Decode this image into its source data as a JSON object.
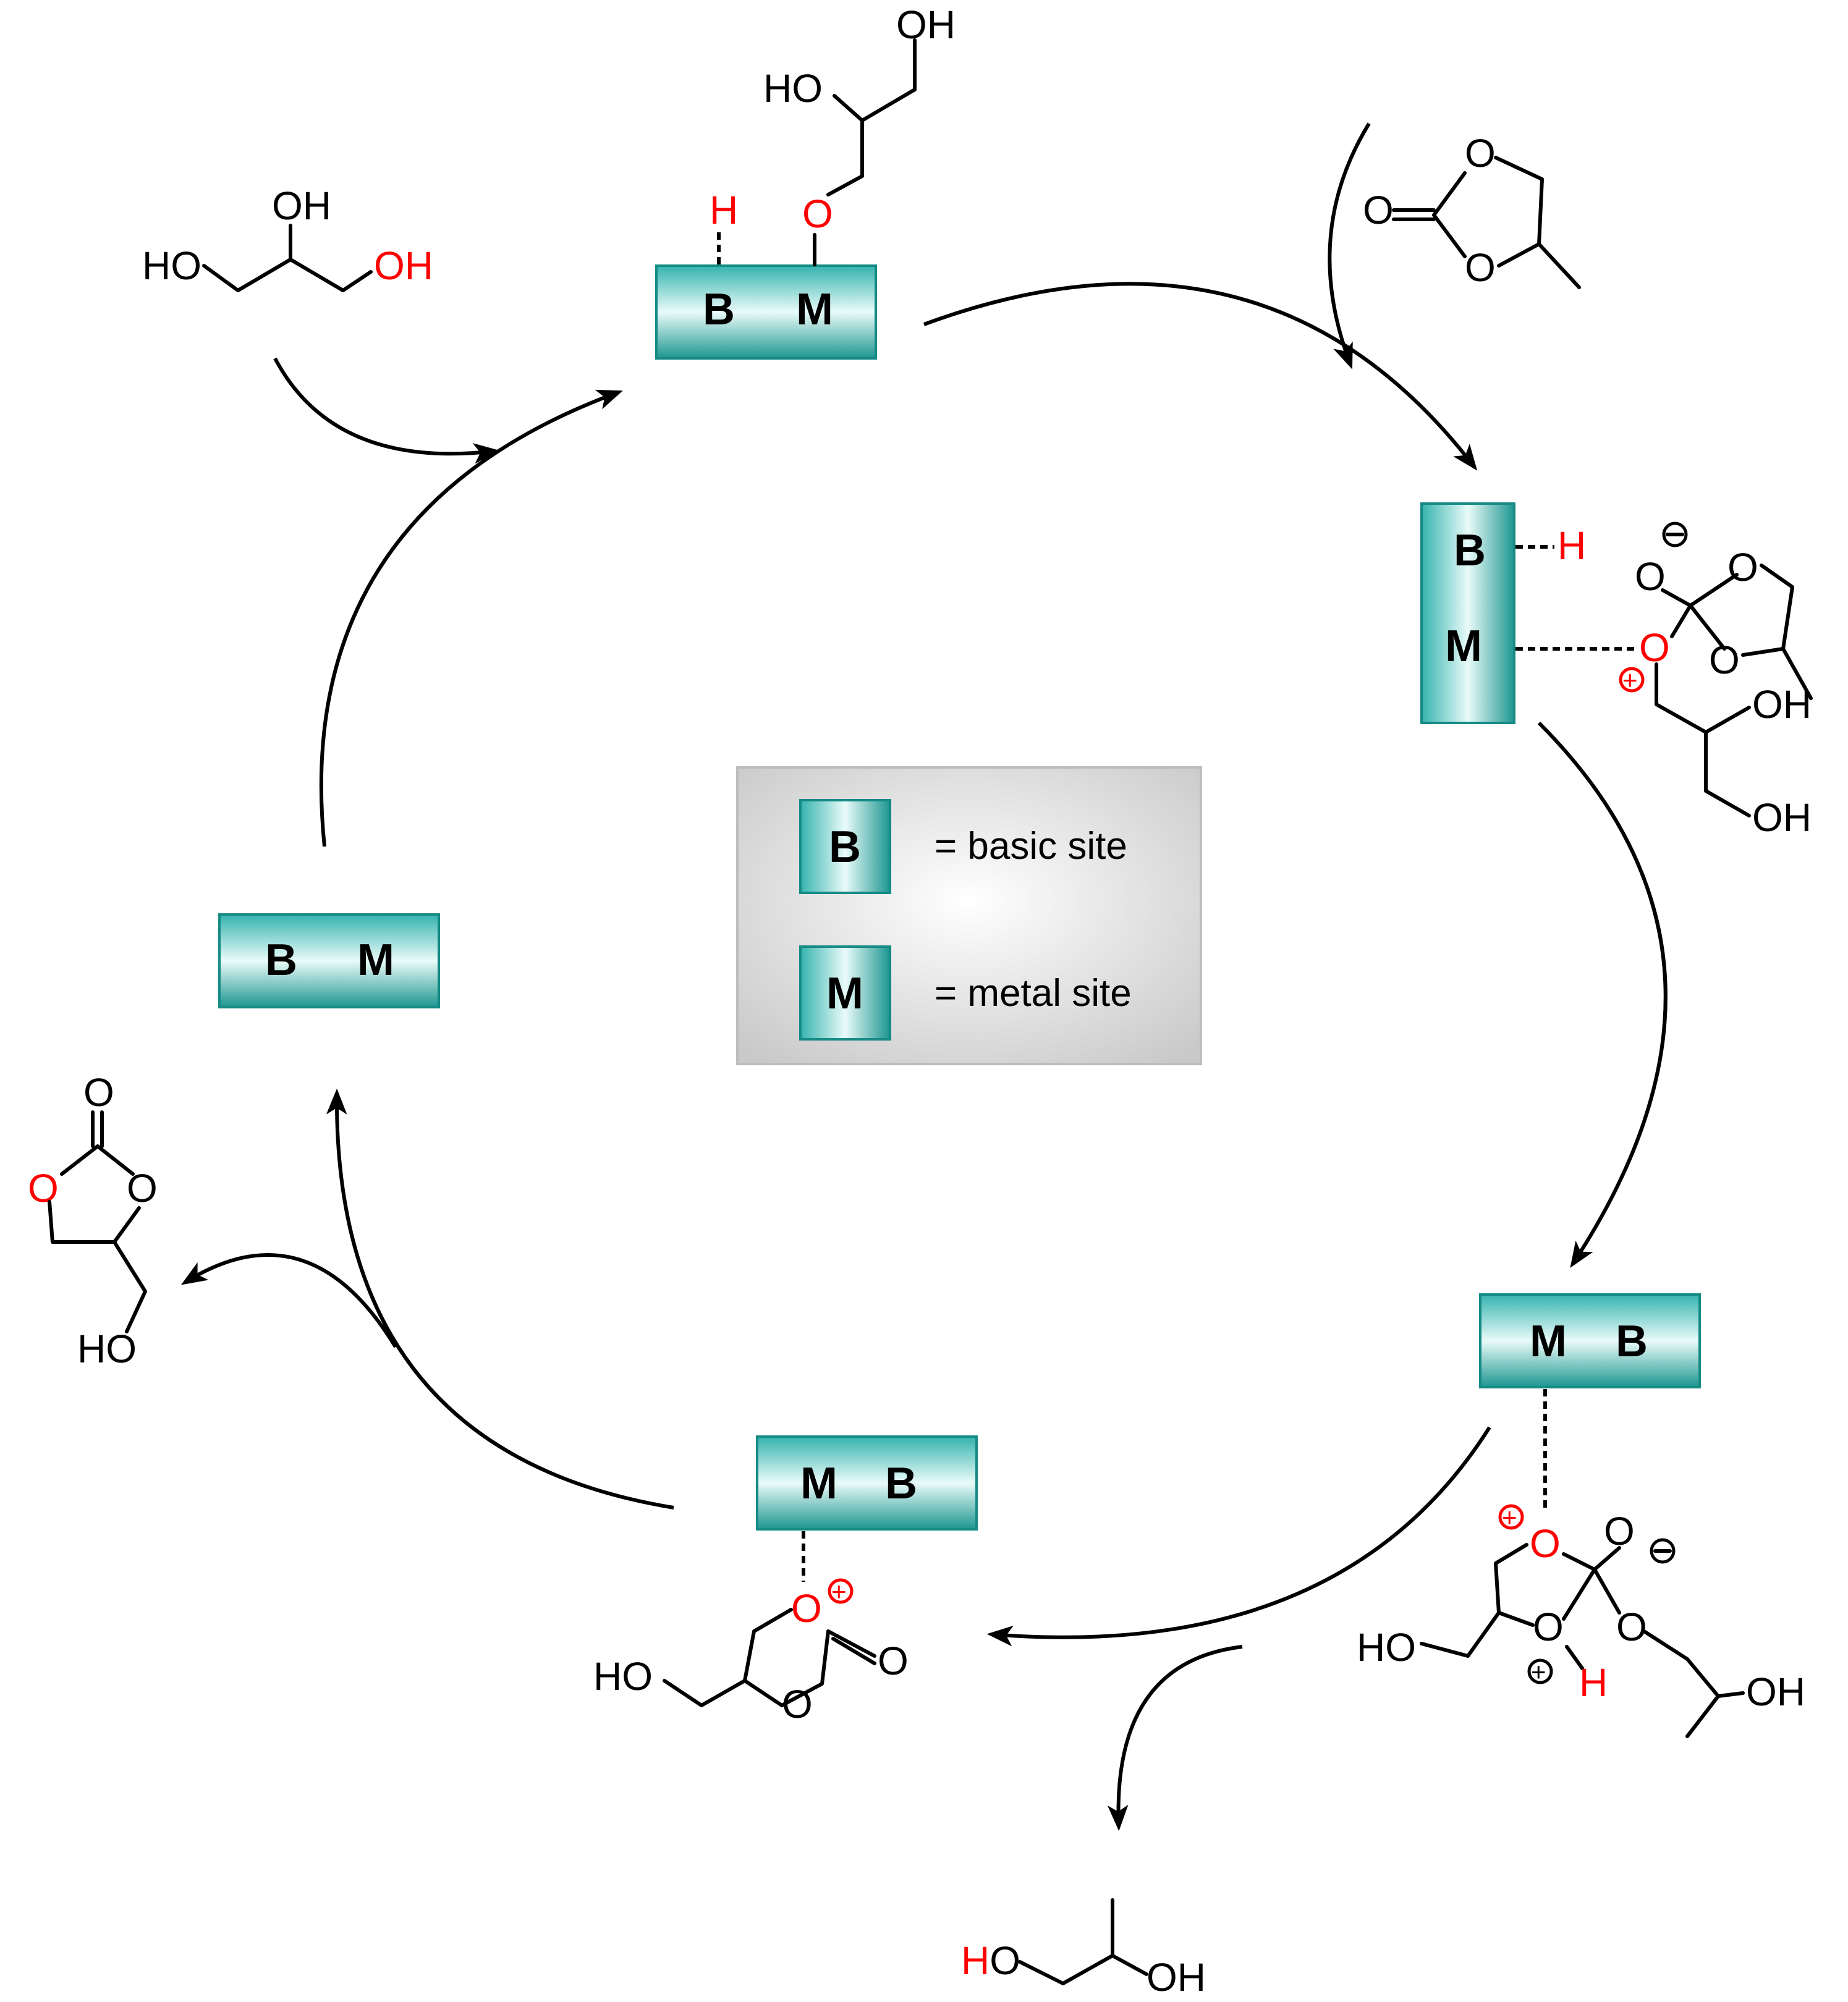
{
  "diagram": {
    "labels": {
      "B": "B",
      "M": "M",
      "H": "H",
      "O": "O",
      "OH": "OH",
      "HO": "HO"
    },
    "legend": {
      "basic": "= basic site",
      "metal": "= metal site"
    },
    "colors": {
      "catalyst_dark": "#1f9e98",
      "catalyst_light": "#e6fbf9",
      "highlight": "#ff0000",
      "legend_bg": "#d9d9d9"
    }
  }
}
